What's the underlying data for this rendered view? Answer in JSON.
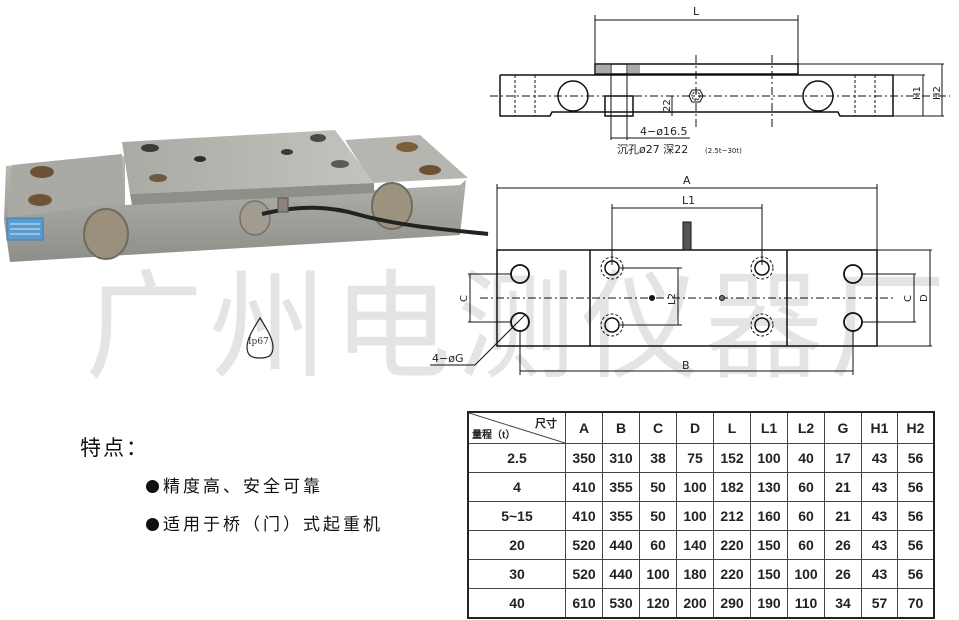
{
  "watermark": "广州电测仪器厂",
  "product_photo": {
    "alt": "bridge-type shear beam load cell with cable"
  },
  "ip_rating": "Ip67",
  "drawing_side": {
    "dim_L": "L",
    "dim_H1": "H1",
    "dim_H2": "H2",
    "dim_22": "22",
    "hole_note_1": "4−ø16.5",
    "hole_note_2": "沉孔ø27 深22",
    "hole_note_3": "(2.5t~30t)"
  },
  "drawing_top": {
    "dim_A": "A",
    "dim_L1": "L1",
    "dim_L2": "L2",
    "dim_B": "B",
    "dim_C": "C",
    "dim_D": "D",
    "hole_note": "4−øG"
  },
  "features": {
    "title": "特点：",
    "items": [
      "精度高、安全可靠",
      "适用于桥（门）式起重机"
    ]
  },
  "spec_table": {
    "corner_top": "尺寸",
    "corner_bottom": "量程（t）",
    "columns": [
      "A",
      "B",
      "C",
      "D",
      "L",
      "L1",
      "L2",
      "G",
      "H1",
      "H2"
    ],
    "rows": [
      {
        "range": "2.5",
        "values": [
          "350",
          "310",
          "38",
          "75",
          "152",
          "100",
          "40",
          "17",
          "43",
          "56"
        ]
      },
      {
        "range": "4",
        "values": [
          "410",
          "355",
          "50",
          "100",
          "182",
          "130",
          "60",
          "21",
          "43",
          "56"
        ]
      },
      {
        "range": "5~15",
        "values": [
          "410",
          "355",
          "50",
          "100",
          "212",
          "160",
          "60",
          "21",
          "43",
          "56"
        ]
      },
      {
        "range": "20",
        "values": [
          "520",
          "440",
          "60",
          "140",
          "220",
          "150",
          "60",
          "26",
          "43",
          "56"
        ]
      },
      {
        "range": "30",
        "values": [
          "520",
          "440",
          "100",
          "180",
          "220",
          "150",
          "100",
          "26",
          "43",
          "56"
        ]
      },
      {
        "range": "40",
        "values": [
          "610",
          "530",
          "120",
          "200",
          "290",
          "190",
          "110",
          "34",
          "57",
          "70"
        ]
      }
    ]
  }
}
